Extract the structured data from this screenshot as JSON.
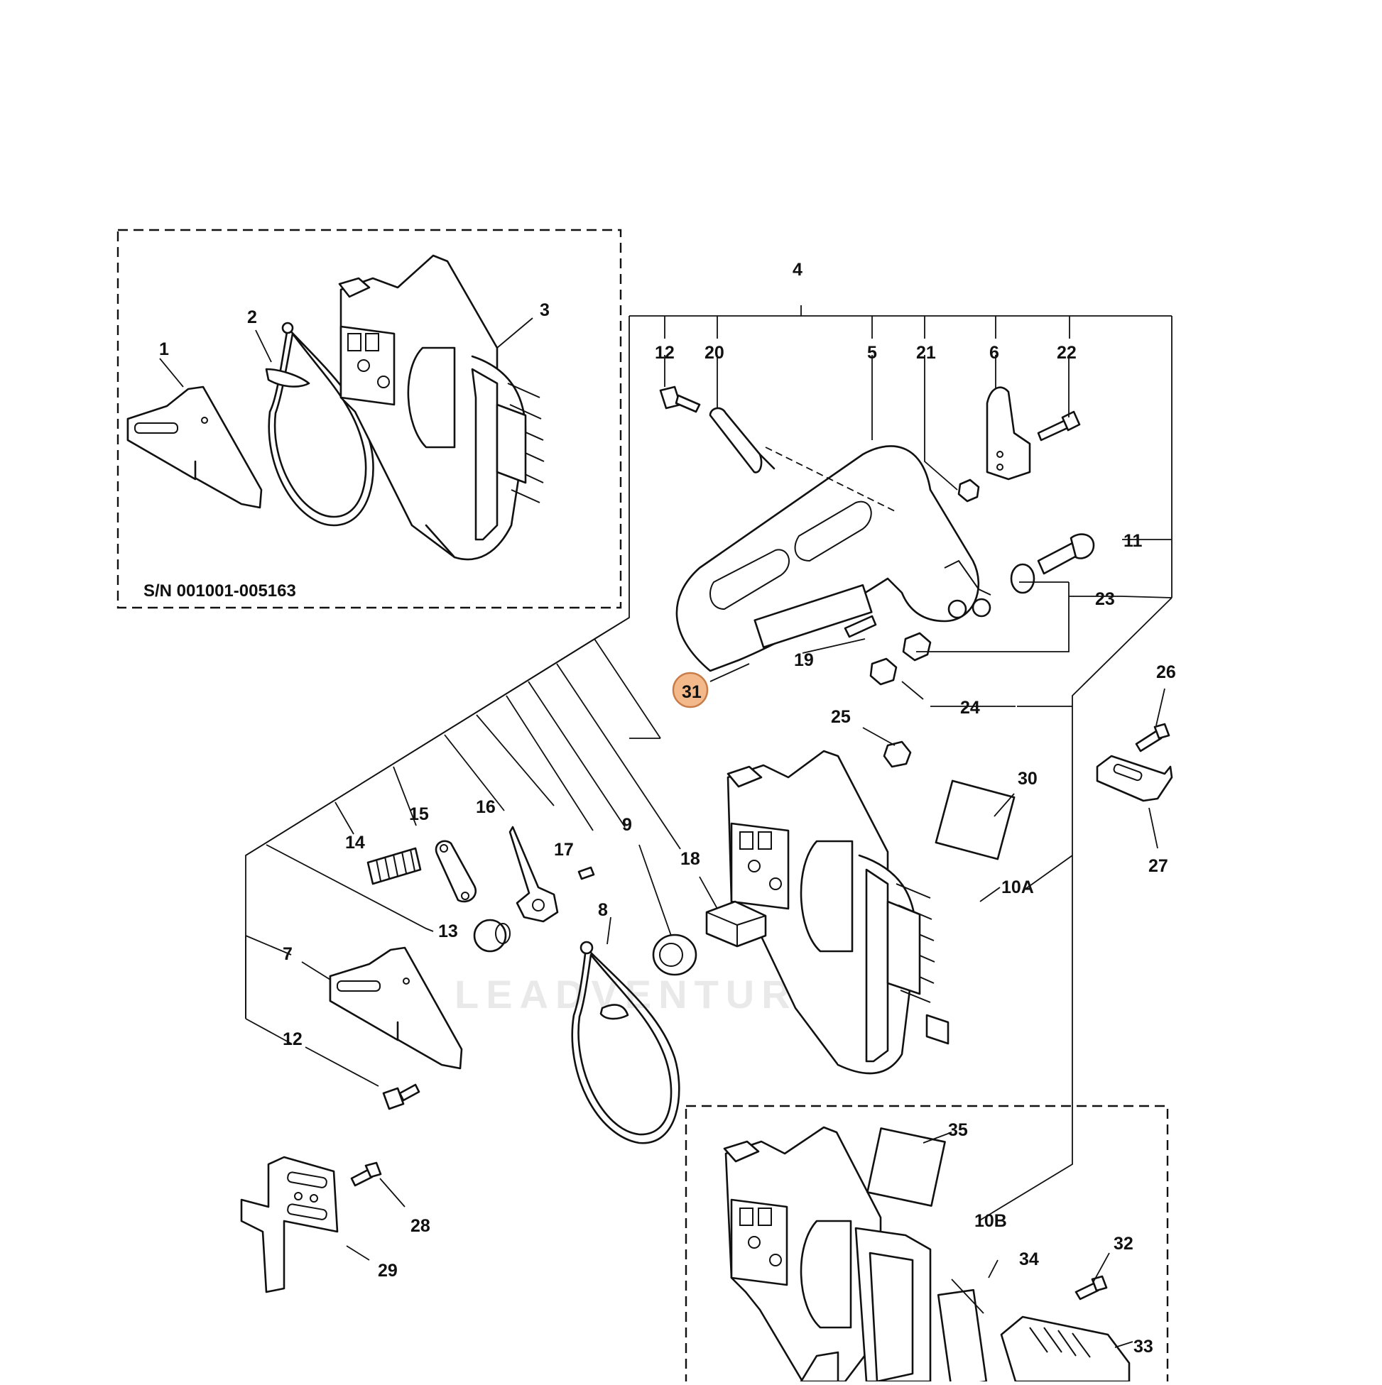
{
  "sn_note": "S/N 001001-005163",
  "highlighted_callout": "31",
  "watermark": "LEADVENTURE",
  "highlight_color": "#f3b98a",
  "callouts": {
    "c1": "1",
    "c2": "2",
    "c3": "3",
    "c4": "4",
    "c5": "5",
    "c6": "6",
    "c7": "7",
    "c8": "8",
    "c9": "9",
    "c10A": "10A",
    "c10B": "10B",
    "c11": "11",
    "c12a": "12",
    "c12b": "12",
    "c13": "13",
    "c14": "14",
    "c15": "15",
    "c16": "16",
    "c17": "17",
    "c18": "18",
    "c19": "19",
    "c20": "20",
    "c21": "21",
    "c22": "22",
    "c23": "23",
    "c24": "24",
    "c25": "25",
    "c26": "26",
    "c27": "27",
    "c28": "28",
    "c29": "29",
    "c30": "30",
    "c32": "32",
    "c33": "33",
    "c34": "34",
    "c35": "35"
  }
}
